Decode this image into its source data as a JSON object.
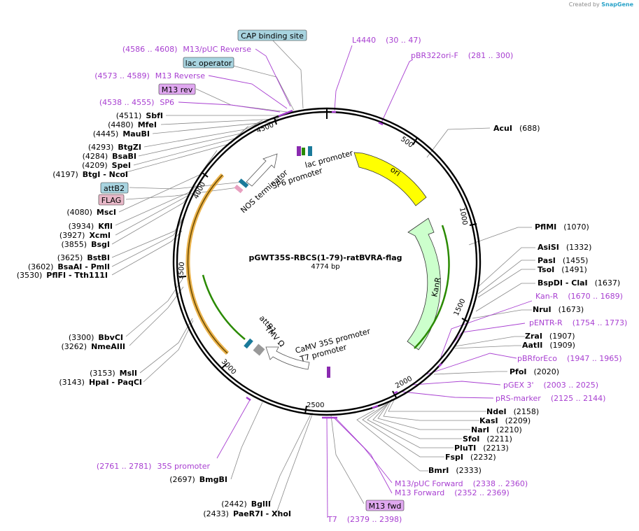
{
  "credit": {
    "prefix": "Created by",
    "brand": "SnapGene"
  },
  "map": {
    "title": "pGWT35S-RBCS(1-79)-ratBVRA-flag",
    "length": "4774 bp"
  },
  "ticks": [
    "500",
    "1000",
    "1500",
    "2000",
    "2500",
    "3000",
    "3500",
    "4000",
    "4500"
  ],
  "features": {
    "ori": "ori",
    "kanr": "KanR",
    "lac_promoter": "lac promoter",
    "sp6_promoter": "SP6 promoter",
    "nos_terminator": "NOS terminator",
    "camv": "CaMV 35S promoter",
    "t7_promoter": "T7 promoter",
    "tmv": "TMV Ω",
    "attb1": "attB1"
  },
  "boxes": {
    "cap": "CAP binding site",
    "lac_operator": "lac operator",
    "m13rev": "M13 rev",
    "attb2": "attB2",
    "flag": "FLAG",
    "m13fwd": "M13 fwd"
  },
  "colors": {
    "ori": "#ffff00",
    "kanr": "#ccffcc",
    "primer": "#a83fd1",
    "box_blue": "#a8d4e0",
    "box_purple": "#e0a8f0",
    "box_pink": "#e8b8c8"
  },
  "enzymes": [
    {
      "pos": "(688)",
      "name": "AcuI"
    },
    {
      "pos": "(1070)",
      "name": "PflMI"
    },
    {
      "pos": "(1332)",
      "name": "AsiSI"
    },
    {
      "pos": "(1455)",
      "name": "PasI"
    },
    {
      "pos": "(1491)",
      "name": "TsoI"
    },
    {
      "pos": "(1637)",
      "name": "BspDI - ClaI"
    },
    {
      "pos": "(1673)",
      "name": "NruI"
    },
    {
      "pos": "(1907)",
      "name": "ZraI"
    },
    {
      "pos": "(1909)",
      "name": "AatII"
    },
    {
      "pos": "(2020)",
      "name": "PfoI"
    },
    {
      "pos": "(2158)",
      "name": "NdeI"
    },
    {
      "pos": "(2209)",
      "name": "KasI"
    },
    {
      "pos": "(2210)",
      "name": "NarI"
    },
    {
      "pos": "(2211)",
      "name": "SfoI"
    },
    {
      "pos": "(2213)",
      "name": "PluTI"
    },
    {
      "pos": "(2232)",
      "name": "FspI"
    },
    {
      "pos": "(2333)",
      "name": "BmrI"
    },
    {
      "pos": "(4511)",
      "name": "SbfI"
    },
    {
      "pos": "(4480)",
      "name": "MfeI"
    },
    {
      "pos": "(4445)",
      "name": "MauBI"
    },
    {
      "pos": "(4293)",
      "name": "BtgZI"
    },
    {
      "pos": "(4284)",
      "name": "BsaBI"
    },
    {
      "pos": "(4209)",
      "name": "SpeI"
    },
    {
      "pos": "(4197)",
      "name": "BtgI - NcoI"
    },
    {
      "pos": "(4080)",
      "name": "MscI"
    },
    {
      "pos": "(3934)",
      "name": "KflI"
    },
    {
      "pos": "(3927)",
      "name": "XcmI"
    },
    {
      "pos": "(3855)",
      "name": "BsgI"
    },
    {
      "pos": "(3625)",
      "name": "BstBI"
    },
    {
      "pos": "(3602)",
      "name": "BsaAI - PmlI"
    },
    {
      "pos": "(3530)",
      "name": "PflFI - Tth111I"
    },
    {
      "pos": "(3300)",
      "name": "BbvCI"
    },
    {
      "pos": "(3262)",
      "name": "NmeAIII"
    },
    {
      "pos": "(3153)",
      "name": "MslI"
    },
    {
      "pos": "(3143)",
      "name": "HpaI - PaqCI"
    },
    {
      "pos": "(2697)",
      "name": "BmgBI"
    },
    {
      "pos": "(2442)",
      "name": "BglII"
    },
    {
      "pos": "(2433)",
      "name": "PaeR7I - XhoI"
    }
  ],
  "primers": [
    {
      "name": "L4440",
      "range": "(30 .. 47)"
    },
    {
      "name": "pBR322ori-F",
      "range": "(281 .. 300)"
    },
    {
      "name": "Kan-R",
      "range": "(1670 .. 1689)"
    },
    {
      "name": "pENTR-R",
      "range": "(1754 .. 1773)"
    },
    {
      "name": "pBRforEco",
      "range": "(1947 .. 1965)"
    },
    {
      "name": "pGEX 3'",
      "range": "(2003 .. 2025)"
    },
    {
      "name": "pRS-marker",
      "range": "(2125 .. 2144)"
    },
    {
      "name": "M13/pUC Forward",
      "range": "(2338 .. 2360)"
    },
    {
      "name": "M13 Forward",
      "range": "(2352 .. 2369)"
    },
    {
      "name": "T7",
      "range": "(2379 .. 2398)"
    },
    {
      "name": "35S promoter",
      "range": "(2761 .. 2781)"
    },
    {
      "name": "M13/pUC Reverse",
      "range": "(4586 .. 4608)"
    },
    {
      "name": "M13 Reverse",
      "range": "(4573 .. 4589)"
    },
    {
      "name": "SP6",
      "range": "(4538 .. 4555)"
    }
  ]
}
